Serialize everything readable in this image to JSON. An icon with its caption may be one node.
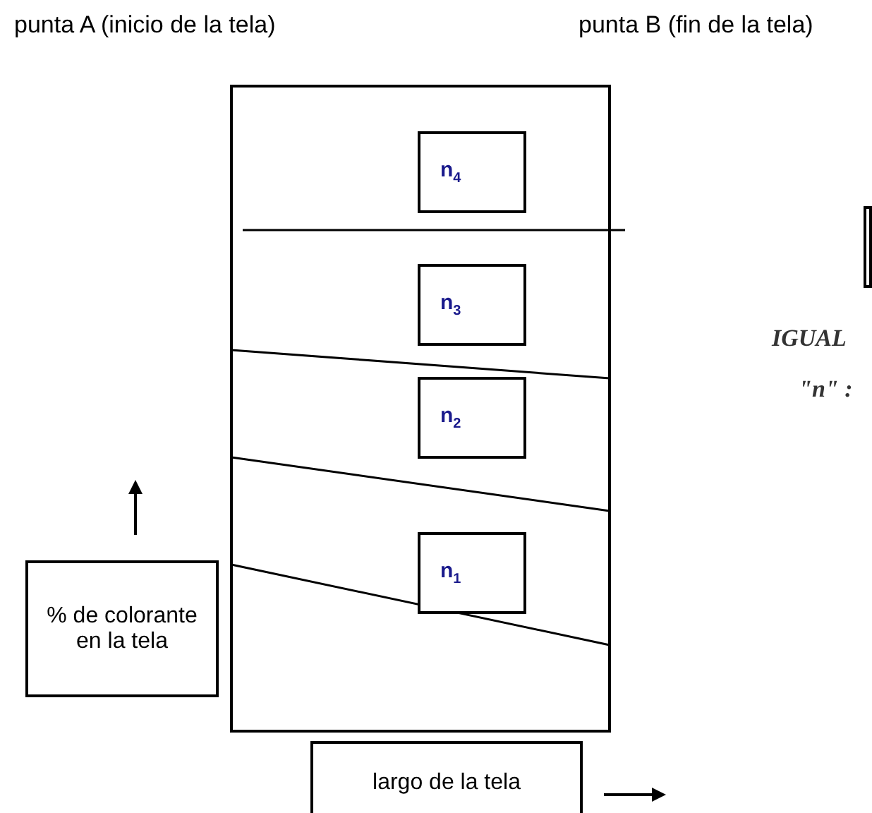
{
  "diagram": {
    "nodes": [
      {
        "text": [],
        "shape": "box"
      },
      {
        "text": [
          "n$_{4}$"
        ],
        "in": 0
      },
      {
        "text": [
          "n$_{3}$"
        ],
        "in": 0
      },
      {
        "text": [
          "n$_{2}$"
        ],
        "in": 0
      },
      {
        "text": [
          "n$_{1}$"
        ],
        "in": 0
      },
      {
        "text": [],
        "shape": "box"
      },
      {
        "text": [
          "% de colorante en la tela"
        ]
      },
      {
        "text": [
          "largo de la tela"
        ]
      }
    ],
    "labels": [
      "punta A (inicio de la tela)",
      "punta B (fin de la tela)",
      "IGUAL",
      "\"n\" :"
    ]
  }
}
